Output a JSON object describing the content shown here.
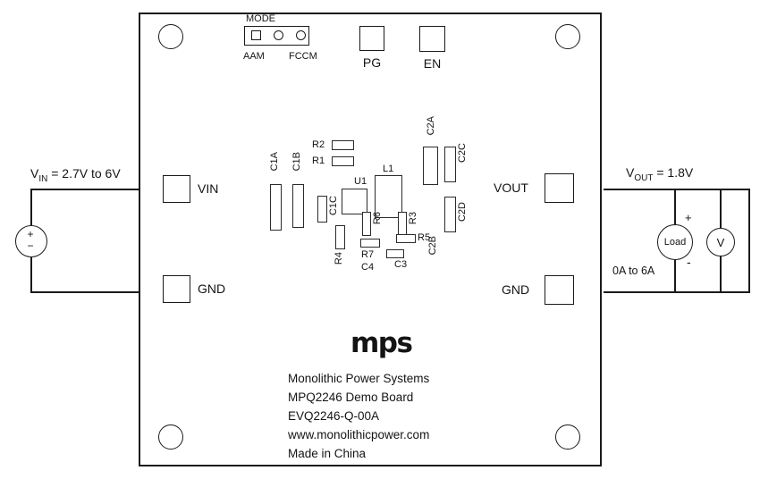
{
  "board": {
    "mode": {
      "label": "MODE",
      "option_aam": "AAM",
      "option_fccm": "FCCM"
    },
    "pads": {
      "pg": "PG",
      "en": "EN",
      "vin": "VIN",
      "gnd_left": "GND",
      "vout": "VOUT",
      "gnd_right": "GND"
    },
    "components": {
      "c1a": "C1A",
      "c1b": "C1B",
      "r2": "R2",
      "r1": "R1",
      "c1c": "C1C",
      "u1": "U1",
      "l1": "L1",
      "r6": "R6",
      "r3": "R3",
      "c2a": "C2A",
      "c2c": "C2C",
      "c2d": "C2D",
      "r5": "R5",
      "c2b": "C2B",
      "r4": "R4",
      "r7": "R7",
      "c4": "C4",
      "c3": "C3"
    },
    "logo": "mps",
    "info": {
      "line1": "Monolithic Power Systems",
      "line2": "MPQ2246 Demo Board",
      "line3": "EVQ2246-Q-00A",
      "line4": "www.monolithicpower.com",
      "line5": "Made in China"
    }
  },
  "external": {
    "vin": {
      "sym": "V",
      "sub": "IN",
      "eq": "= 2.7V to 6V"
    },
    "vout": {
      "sym": "V",
      "sub": "OUT",
      "eq": "= 1.8V"
    },
    "source": {
      "plus": "+",
      "minus": "−"
    },
    "load": {
      "label": "Load",
      "plus": "+",
      "minus": "-"
    },
    "current_range": "0A to 6A",
    "voltmeter": "V"
  }
}
